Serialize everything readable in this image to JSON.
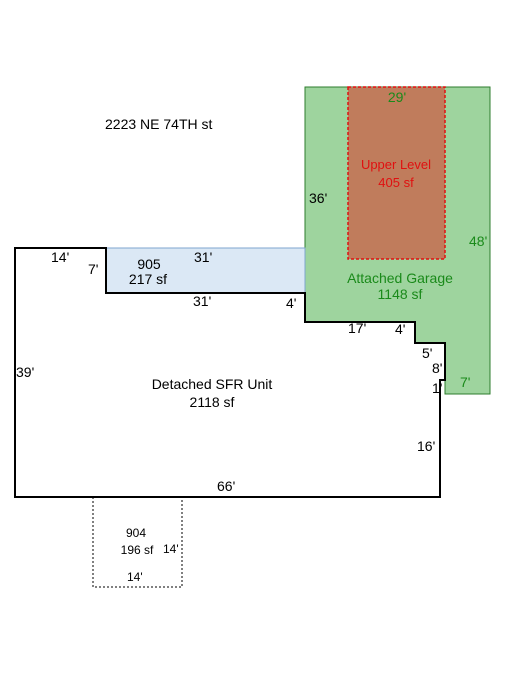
{
  "address": "2223 NE 74TH st",
  "colors": {
    "garage_fill": "#9ed49e",
    "garage_stroke": "#2e7d2e",
    "upper_fill": "#c07c5c",
    "upper_stroke": "#e01010",
    "addition_fill": "#dbe8f5",
    "addition_stroke": "#7fa6cf",
    "outline": "#000000",
    "green_text": "#1a8a1a",
    "red_text": "#e01010"
  },
  "main_unit": {
    "name": "Detached SFR Unit",
    "area": "2118 sf",
    "dims": {
      "left_height": "39'",
      "top_left": "14'",
      "notch_height": "7'",
      "notch_bottom": "31'",
      "bottom": "66'",
      "right_lower": "16'",
      "step_17": "17'",
      "step_4_top": "4'",
      "step_4_left": "4'",
      "step_5": "5'",
      "step_8": "8'",
      "step_1": "1'"
    }
  },
  "addition_905": {
    "label": "905",
    "area": "217 sf",
    "top_dim": "31'"
  },
  "garage": {
    "name": "Attached Garage",
    "area": "1148 sf",
    "left_dim": "36'",
    "right_dim": "48'",
    "bottom_dim": "7'"
  },
  "upper_level": {
    "name": "Upper Level",
    "area": "405 sf",
    "top_dim": "29'"
  },
  "addition_904": {
    "label": "904",
    "area": "196 sf",
    "side_dim": "14'",
    "bottom_dim": "14'"
  }
}
